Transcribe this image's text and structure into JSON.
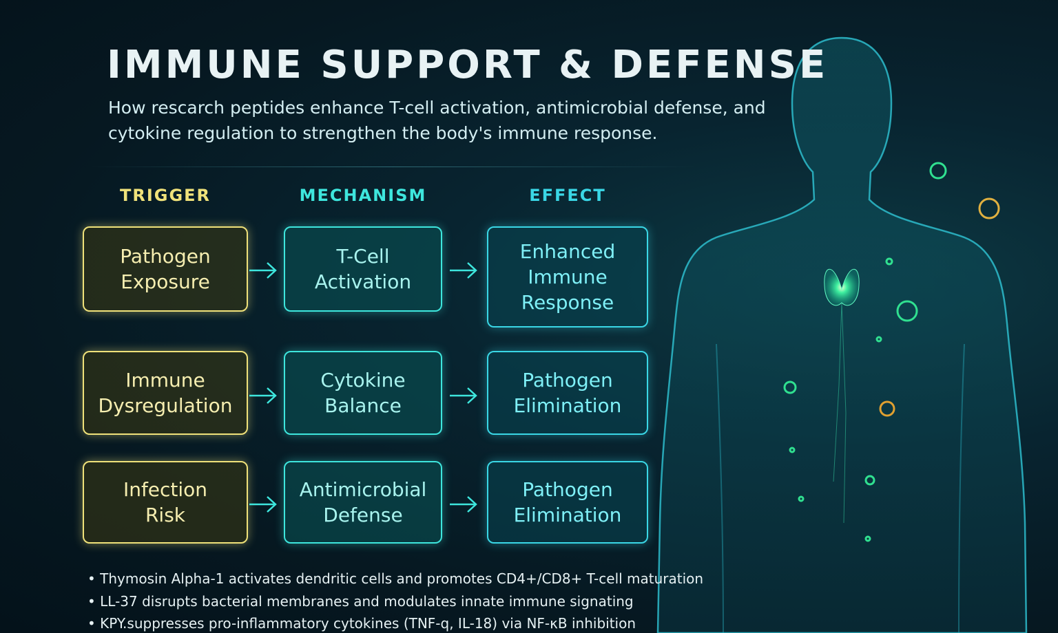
{
  "title": "IMMUNE SUPPORT & DEFENSE",
  "subtitle": "How rescarch peptides enhance T-cell activation, antimicrobial defense, and cytokine regulation to strengthen the body's immune response.",
  "columns": {
    "trigger": "TRIGGER",
    "mechanism": "MECHANISM",
    "effect": "EFFECT"
  },
  "colors": {
    "trigger": "#f0e27a",
    "mechanism": "#3ee6dd",
    "effect": "#3ad7e6",
    "background": "#061821"
  },
  "rows": [
    {
      "trigger": "Pathogen Exposure",
      "mechanism": "T-Cell Activation",
      "effect": "Enhanced Immune Response"
    },
    {
      "trigger": "Immune Dysregulation",
      "mechanism": "Cytokine Balance",
      "effect": "Pathogen Elimination"
    },
    {
      "trigger": "Infection Risk",
      "mechanism": "Antimicrobial Defense",
      "effect": "Pathogen Elimination"
    }
  ],
  "bullets": [
    "• Thymosin Alpha-1 activates dendritic cells and promotes CD4+/CD8+ T-cell maturation",
    "• LL-37 disrupts bacterial membranes and modulates innate immune signating",
    "• KPY.suppresses pro-inflammatory cytokines (TNF-q, IL-18) via NF-κB inhibition"
  ],
  "illustration": "human-body-silhouette-with-thymus-and-immune-cells"
}
